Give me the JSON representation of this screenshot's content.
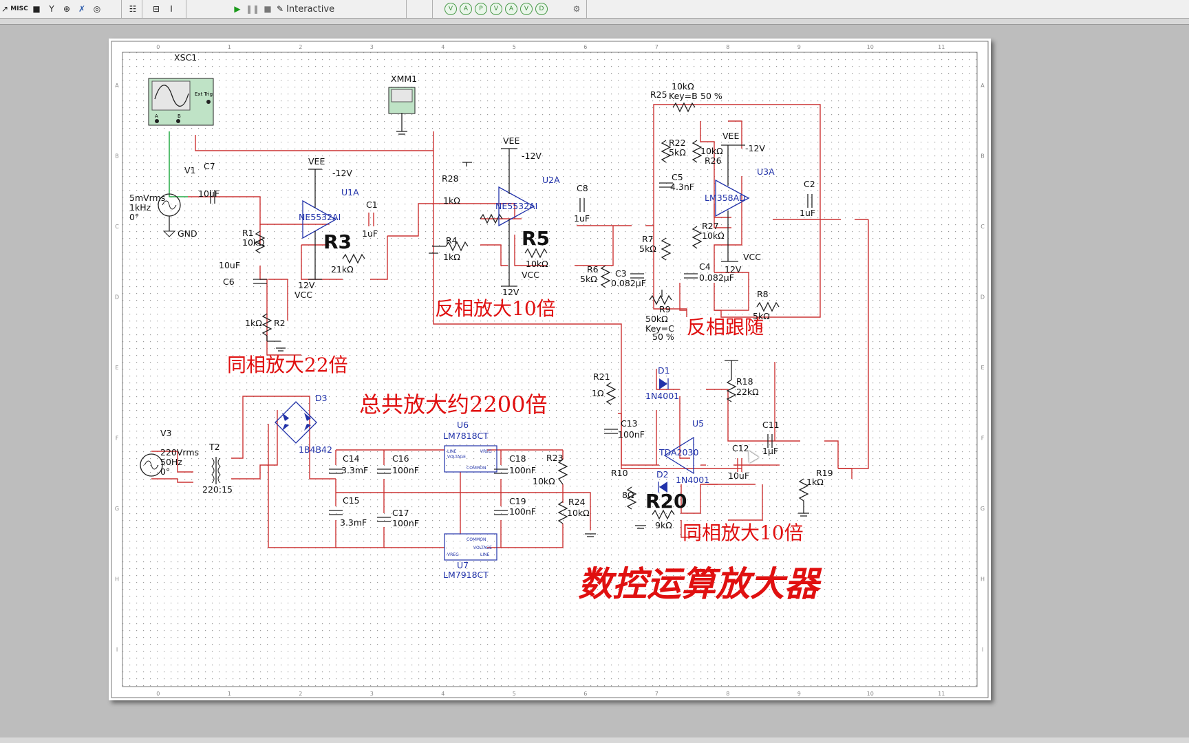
{
  "toolbar": {
    "tools": [
      "misc-icon",
      "monitor-icon",
      "antenna-icon",
      "plug-icon",
      "wand-icon",
      "probe-icon",
      "ladder-icon",
      "hierarchy-icon",
      "step-icon"
    ],
    "misc_label": "MISC",
    "mode_label": "Interactive",
    "probes": [
      "V",
      "A",
      "P",
      "V",
      "A",
      "V",
      "D"
    ]
  },
  "instruments": {
    "xsc1": {
      "ref": "XSC1",
      "ext_trig": "Ext Trig",
      "ch_a": "A",
      "ch_b": "B"
    },
    "xmm1": {
      "ref": "XMM1"
    }
  },
  "sources": {
    "v1": {
      "ref": "V1",
      "amplitude": "5mVrms",
      "freq": "1kHz",
      "phase": "0°",
      "gnd": "GND"
    },
    "v3": {
      "ref": "V3",
      "amplitude": "220Vrms",
      "freq": "50Hz",
      "phase": "0°"
    }
  },
  "components": {
    "c7": {
      "ref": "C7",
      "value": "10uF"
    },
    "r1": {
      "ref": "R1",
      "value": "10kΩ"
    },
    "c6": {
      "ref": "C6",
      "value": "10uF"
    },
    "r2": {
      "ref": "R2",
      "value": "1kΩ"
    },
    "u1a": {
      "ref": "U1A",
      "part": "NE5532AI",
      "vee": "VEE",
      "vee_val": "-12V",
      "vcc": "VCC",
      "vcc_val": "12V"
    },
    "r3": {
      "ref": "R3",
      "value": "21kΩ"
    },
    "c1": {
      "ref": "C1",
      "value": "1uF"
    },
    "r28": {
      "ref": "R28",
      "value": "1kΩ"
    },
    "r4": {
      "ref": "R4",
      "value": "1kΩ"
    },
    "u2a": {
      "ref": "U2A",
      "part": "NE5532AI",
      "vee": "VEE",
      "vee_val": "-12V",
      "vcc": "VCC",
      "vcc_val": "12V"
    },
    "r5": {
      "ref": "R5",
      "value": "10kΩ"
    },
    "c8": {
      "ref": "C8",
      "value": "1uF"
    },
    "r25": {
      "ref": "R25",
      "value": "10kΩ",
      "key": "Key=B",
      "pct": "50 %"
    },
    "r22": {
      "ref": "R22",
      "value": "5kΩ"
    },
    "r26": {
      "ref": "R26",
      "value": "10kΩ"
    },
    "c5": {
      "ref": "C5",
      "value": "4.3nF"
    },
    "u3a": {
      "ref": "U3A",
      "part": "LM358AD",
      "vee": "VEE",
      "vee_val": "-12V",
      "vcc": "VCC",
      "vcc_val": "12V"
    },
    "r27": {
      "ref": "R27",
      "value": "10kΩ"
    },
    "r7": {
      "ref": "R7",
      "value": "5kΩ"
    },
    "r6": {
      "ref": "R6",
      "value": "5kΩ"
    },
    "c3": {
      "ref": "C3",
      "value": "0.082µF"
    },
    "c4": {
      "ref": "C4",
      "value": "0.082µF"
    },
    "r9": {
      "ref": "R9",
      "value": "50kΩ",
      "key": "Key=C",
      "pct": "50 %"
    },
    "r8": {
      "ref": "R8",
      "value": "5kΩ"
    },
    "c2": {
      "ref": "C2",
      "value": "1uF"
    },
    "d3": {
      "ref": "D3",
      "part": "1B4B42"
    },
    "t2": {
      "ref": "T2",
      "ratio": "220:15"
    },
    "c14": {
      "ref": "C14",
      "value": "3.3mF"
    },
    "c15": {
      "ref": "C15",
      "value": "3.3mF"
    },
    "c16": {
      "ref": "C16",
      "value": "100nF"
    },
    "c17": {
      "ref": "C17",
      "value": "100nF"
    },
    "u6": {
      "ref": "U6",
      "part": "LM7818CT",
      "pin_in": "LINE",
      "pin_out": "VREG",
      "pin_v": "VOLTAGE",
      "pin_c": "COMMON"
    },
    "u7": {
      "ref": "U7",
      "part": "LM7918CT",
      "pin_in": "LINE",
      "pin_out": "VREG",
      "pin_v": "VOLTAGE",
      "pin_c": "COMMON"
    },
    "c18": {
      "ref": "C18",
      "value": "100nF"
    },
    "c19": {
      "ref": "C19",
      "value": "100nF"
    },
    "r23": {
      "ref": "R23",
      "value": "10kΩ"
    },
    "r24": {
      "ref": "R24",
      "value": "10kΩ"
    },
    "r21": {
      "ref": "R21",
      "value": "1Ω"
    },
    "c13": {
      "ref": "C13",
      "value": "100nF"
    },
    "d1": {
      "ref": "D1",
      "part": "1N4001"
    },
    "d2": {
      "ref": "D2",
      "part": "1N4001"
    },
    "u5": {
      "ref": "U5",
      "part": "TDA2030"
    },
    "r18": {
      "ref": "R18",
      "value": "22kΩ"
    },
    "c11": {
      "ref": "C11",
      "value": "1µF"
    },
    "c12": {
      "ref": "C12",
      "value": "10uF"
    },
    "r10": {
      "ref": "R10",
      "value": "8Ω"
    },
    "r20": {
      "ref": "R20",
      "value": "9kΩ"
    },
    "r19": {
      "ref": "R19",
      "value": "1kΩ"
    }
  },
  "annotations": {
    "noninv22": "同相放大22倍",
    "inv10": "反相放大10倍",
    "follower": "反相跟随",
    "total": "总共放大约2200倍",
    "noninv10": "同相放大10倍",
    "title": "数控运算放大器"
  },
  "border_ticks": {
    "columns": [
      "0",
      "1",
      "2",
      "3",
      "4",
      "5",
      "6",
      "7",
      "8",
      "9",
      "10",
      "11"
    ],
    "rows": [
      "A",
      "B",
      "C",
      "D",
      "E",
      "F",
      "G",
      "H",
      "I"
    ]
  },
  "colors": {
    "wire": "#cc3333",
    "part": "#222222",
    "ic_label": "#2233aa",
    "annotation": "#e01010",
    "instrument_wire": "#22aa44"
  }
}
